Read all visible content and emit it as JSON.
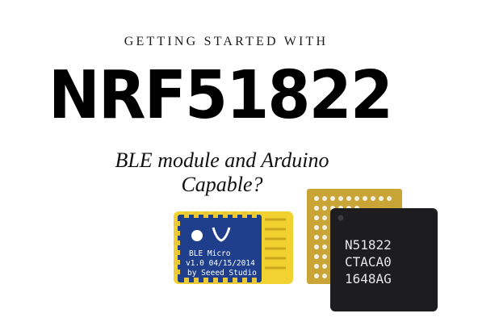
{
  "header": {
    "kicker": "GETTING STARTED WITH",
    "title": "NRF51822",
    "subtitle": "BLE module and Arduino Capable?"
  },
  "module_board": {
    "lines": [
      "BLE Micro",
      "v1.0 04/15/2014",
      "by Seeed Studio"
    ]
  },
  "chip": {
    "lines": [
      "N51822",
      "CTACA0",
      "1648AG"
    ]
  },
  "colors": {
    "board_blue": "#1f3f8c",
    "antenna_gold": "#f2d230",
    "chip_black": "#1d1d1f",
    "substrate": "#c9a538"
  }
}
